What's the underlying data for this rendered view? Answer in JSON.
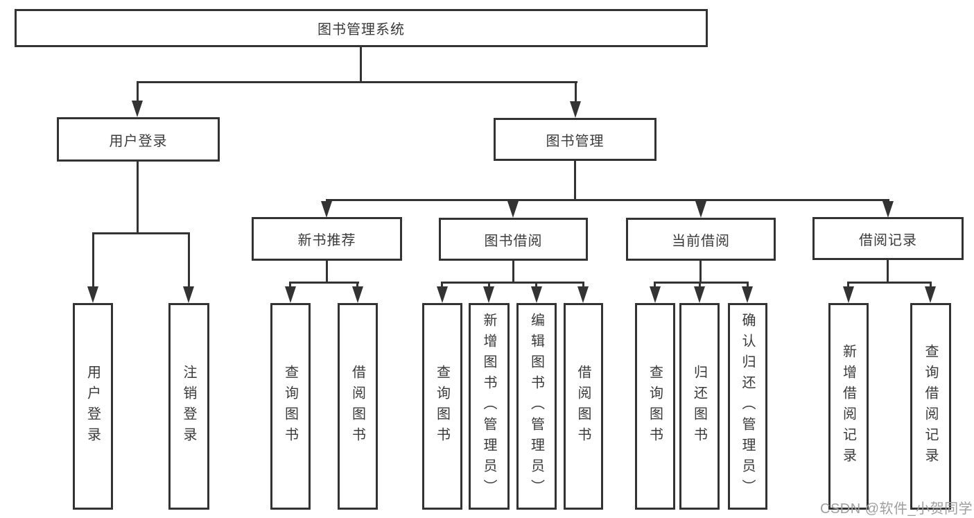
{
  "diagram_type": "hierarchy-tree",
  "tree": {
    "label": "图书管理系统",
    "children": [
      {
        "label": "用户登录",
        "children": [
          {
            "label": "用户登录"
          },
          {
            "label": "注销登录"
          }
        ]
      },
      {
        "label": "图书管理",
        "children": [
          {
            "label": "新书推荐",
            "children": [
              {
                "label": "查询图书"
              },
              {
                "label": "借阅图书"
              }
            ]
          },
          {
            "label": "图书借阅",
            "children": [
              {
                "label": "查询图书"
              },
              {
                "label": "新增图书（管理员）"
              },
              {
                "label": "编辑图书（管理员）"
              },
              {
                "label": "借阅图书"
              }
            ]
          },
          {
            "label": "当前借阅",
            "children": [
              {
                "label": "查询图书"
              },
              {
                "label": "归还图书"
              },
              {
                "label": "确认归还（管理员）"
              }
            ]
          },
          {
            "label": "借阅记录",
            "children": [
              {
                "label": "新增借阅记录"
              },
              {
                "label": "查询借阅记录"
              }
            ]
          }
        ]
      }
    ]
  },
  "watermark": {
    "text": "CSDN @软件_小贺同学",
    "color": "#9e9e9e"
  },
  "colors": {
    "line": "#333333",
    "box_border": "#333333",
    "box_background": "#ffffff",
    "text": "#3a3a3a",
    "page_background": "#ffffff"
  }
}
